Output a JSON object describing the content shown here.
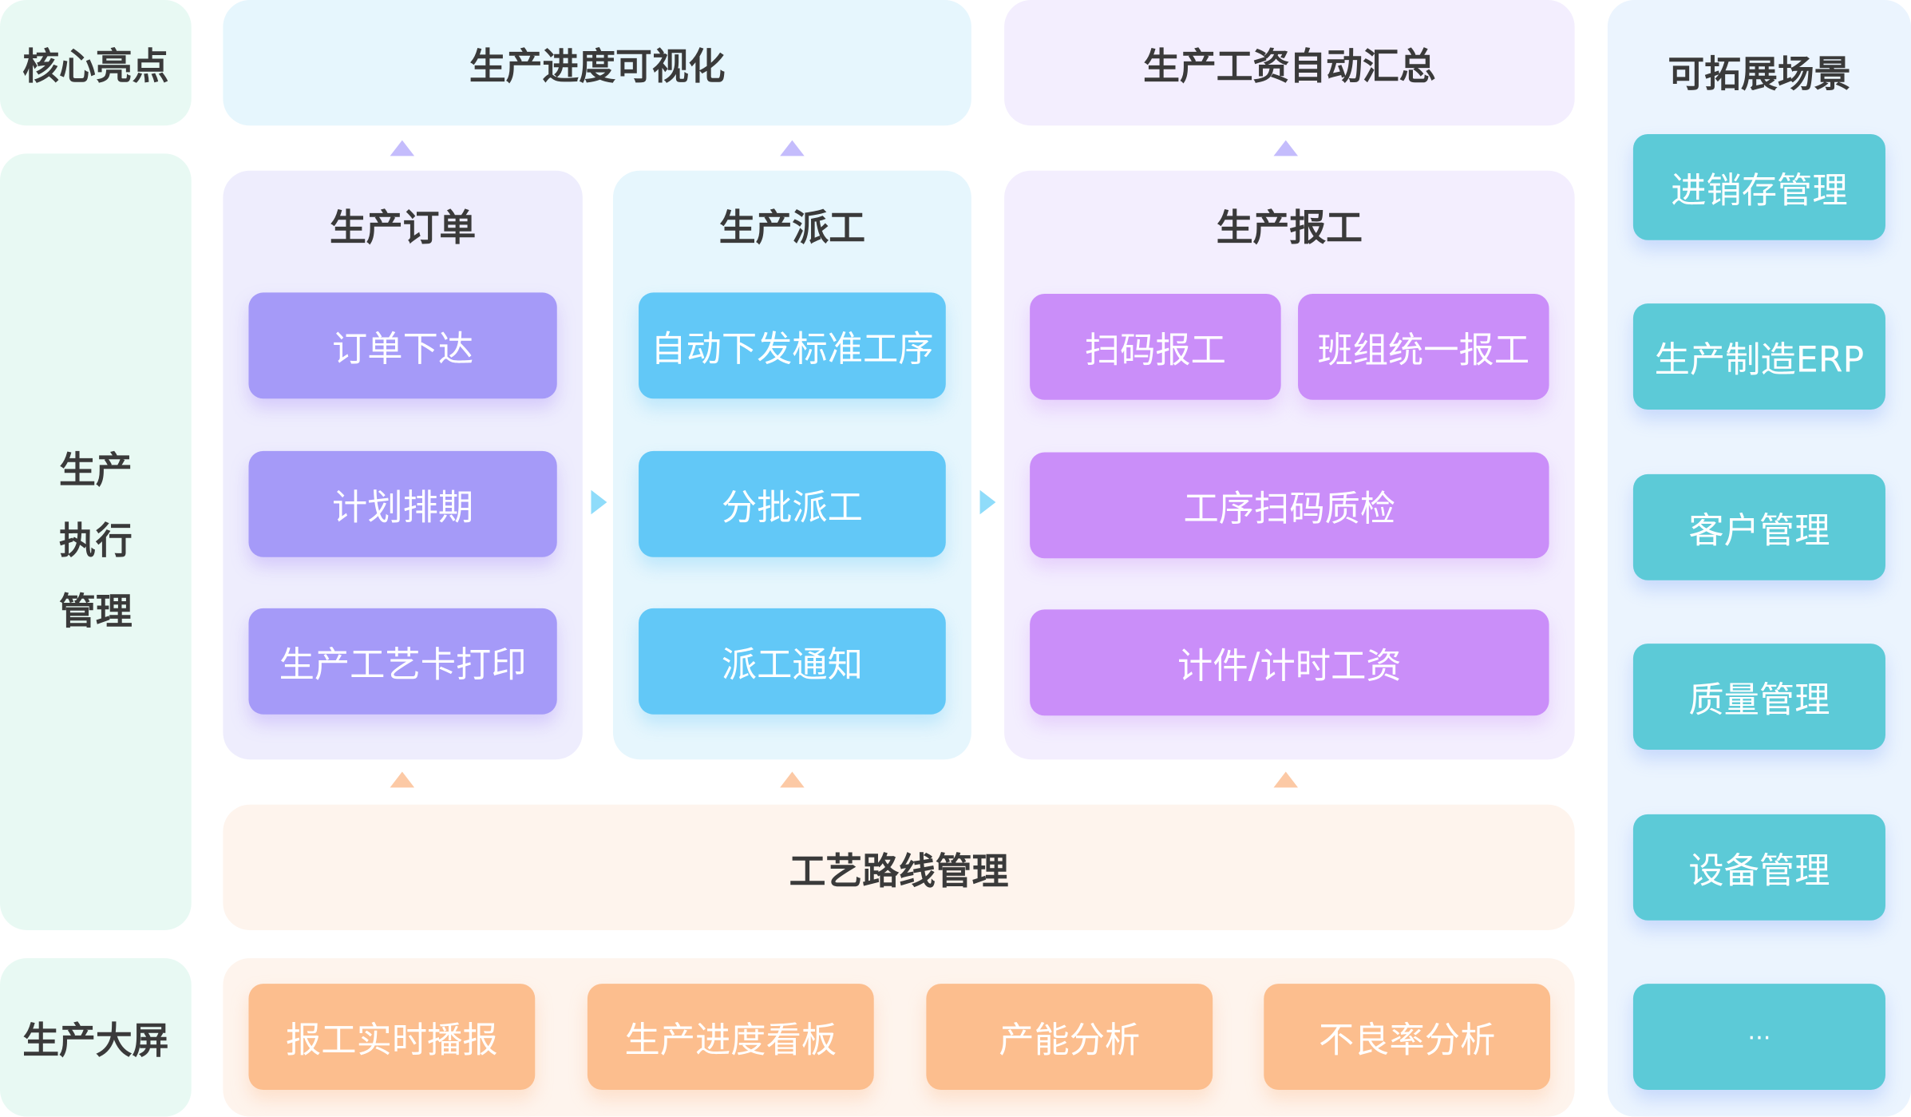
{
  "left_labels": {
    "highlights": "核心亮点",
    "execution": [
      "生产",
      "执行",
      "管理"
    ],
    "big_screen": "生产大屏"
  },
  "top": {
    "progress_visual": "生产进度可视化",
    "wage_summary": "生产工资自动汇总"
  },
  "columns": [
    {
      "title": "生产订单",
      "items": [
        "订单下达",
        "计划排期",
        "生产工艺卡打印"
      ]
    },
    {
      "title": "生产派工",
      "items": [
        "自动下发标准工序",
        "分批派工",
        "派工通知"
      ]
    },
    {
      "title": "生产报工",
      "items": [
        "扫码报工",
        "班组统一报工",
        "工序扫码质检",
        "计件/计时工资"
      ]
    }
  ],
  "routing": "工艺路线管理",
  "big_screen_items": [
    "报工实时播报",
    "生产进度看板",
    "产能分析",
    "不良率分析"
  ],
  "extensions": {
    "title": "可拓展场景",
    "items": [
      "进销存管理",
      "生产制造ERP",
      "客户管理",
      "质量管理",
      "设备管理",
      "···"
    ]
  },
  "colors": {
    "order": "#a59af8",
    "dispatch": "#62c8f7",
    "report": "#ca8ef9",
    "screen": "#fcbe8e",
    "extension": "#5ccad7"
  }
}
